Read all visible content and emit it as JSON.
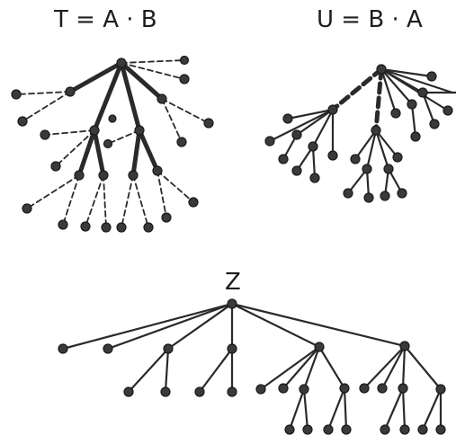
{
  "labels": {
    "T": "T = A · B",
    "U": "U = B · A",
    "Z": "Z"
  }
}
